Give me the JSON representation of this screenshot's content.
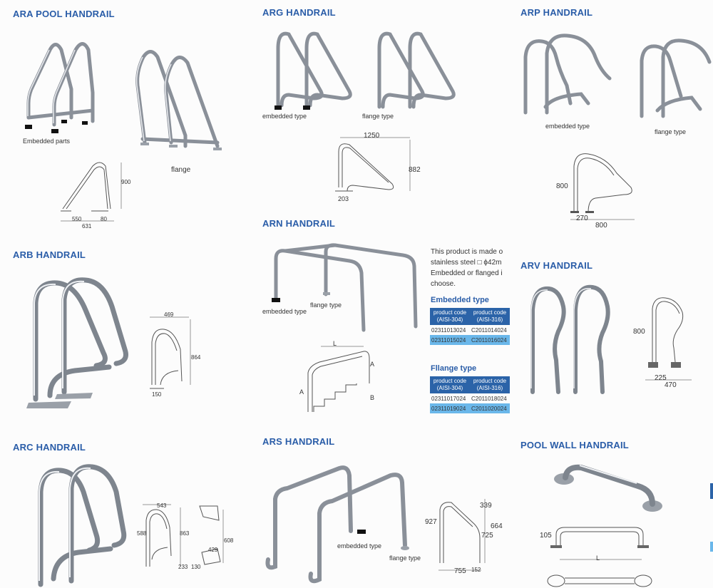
{
  "sections": {
    "ara": {
      "title": "ARA POOL HANDRAIL",
      "caption_embedded": "Embedded parts",
      "caption_flange": "flange",
      "dims": {
        "height": "900",
        "a": "550",
        "b": "80",
        "c": "631"
      }
    },
    "arg": {
      "title": "ARG HANDRAIL",
      "caption_embedded": "embedded type",
      "caption_flange": "flange type",
      "dims": {
        "width": "1250",
        "height": "882",
        "base": "203"
      }
    },
    "arp": {
      "title": "ARP HANDRAIL",
      "caption_embedded": "embedded type",
      "caption_flange": "flange type",
      "dims": {
        "height": "800",
        "base": "270",
        "width": "800"
      }
    },
    "arb": {
      "title": "ARB HANDRAIL",
      "dims": {
        "width": "469",
        "height": "864",
        "base": "150"
      }
    },
    "arn": {
      "title": "ARN HANDRAIL",
      "caption_embedded": "embedded type",
      "caption_flange": "flange type",
      "dims": {
        "l": "L",
        "a1": "A",
        "a2": "A",
        "b": "B"
      }
    },
    "arv": {
      "title": "ARV HANDRAIL",
      "dims": {
        "height": "800",
        "base": "225",
        "width": "470"
      }
    },
    "arc": {
      "title": "ARC HANDRAIL",
      "dims": {
        "top": "543",
        "left": "588",
        "mid": "863",
        "right": "608",
        "r2": "429",
        "b1": "233",
        "b2": "130"
      }
    },
    "ars": {
      "title": "ARS HANDRAIL",
      "caption_embedded": "embedded type",
      "caption_flange": "flange type",
      "dims": {
        "h1": "927",
        "h2": "339",
        "h3": "664",
        "h4": "725",
        "w": "755",
        "b": "152"
      }
    },
    "wall": {
      "title": "POOL WALL HANDRAIL",
      "dims": {
        "h": "105",
        "l": "L"
      }
    }
  },
  "product_text": {
    "line1": "This product is made o",
    "line2": "stainless steel □ ϕ42m",
    "line3": "Embedded or flanged i",
    "line4": "choose."
  },
  "embedded_table": {
    "heading": "Embedded type",
    "headers": [
      [
        "product code",
        "(AISI-304)"
      ],
      [
        "product code",
        "(AISI-316)"
      ]
    ],
    "rows": [
      [
        "02311013024",
        "C2011014024"
      ],
      [
        "02311015024",
        "C2011016024"
      ]
    ]
  },
  "flange_table": {
    "heading": "Fllange type",
    "headers": [
      [
        "product code",
        "(AISI-304)"
      ],
      [
        "product code",
        "(AISI-316)"
      ]
    ],
    "rows": [
      [
        "02311017024",
        "C2011018024"
      ],
      [
        "02311019024",
        "C2011020024"
      ]
    ]
  },
  "colors": {
    "title": "#2a5da8",
    "table_header": "#2b63a8",
    "table_highlight": "#6ab7ea",
    "steel": "#8a9099"
  }
}
